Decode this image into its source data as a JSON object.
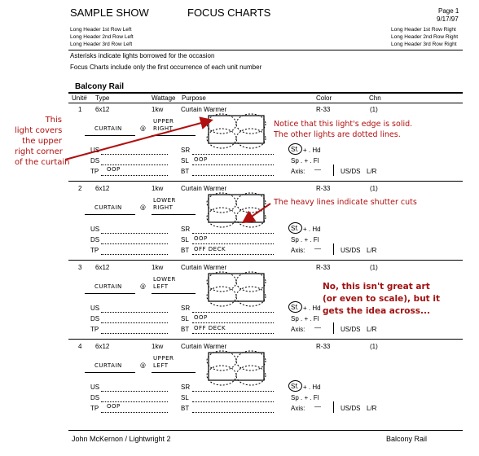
{
  "header": {
    "show_title": "SAMPLE SHOW",
    "report_title": "FOCUS CHARTS",
    "page": "Page  1",
    "date": "9/17/97",
    "left_rows": [
      "Long Header 1st Row Left",
      "Long Header 2nd Row Left",
      "Long Header 3rd Row Left"
    ],
    "right_rows": [
      "Long Header 1st Row Right",
      "Long Header 2nd Row Right",
      "Long Header 3rd Row Right"
    ]
  },
  "notes": [
    "Asterisks indicate lights borrowed for the occasion",
    "Focus Charts include only the first occurrence of each unit number"
  ],
  "section_title": "Balcony Rail",
  "columns": {
    "unit": "Unit#",
    "type": "Type",
    "wattage": "Wattage",
    "purpose": "Purpose",
    "color": "Color",
    "chn": "Chn"
  },
  "units": [
    {
      "num": "1",
      "type": "6x12",
      "wattage": "1kw",
      "purpose": "Curtain Warmer",
      "color": "R-33",
      "chn": "(1)",
      "hw_left": "CURTAIN",
      "hw_at": "@",
      "hw_right": [
        "UPPER",
        "RIGHT"
      ],
      "us": "US",
      "ds": "DS",
      "tp": "TP",
      "tp_note": "OOP",
      "sr": "SR",
      "sl": "SL",
      "bt": "BT",
      "sl_note": "OOP",
      "bt_note": "",
      "sf": "Sf.",
      "hd": "+ . Hd",
      "sp": "Sp . + . Fl",
      "axis": "Axis:",
      "axis_val": "—",
      "usds": "US/DS",
      "lr": "L/R"
    },
    {
      "num": "2",
      "type": "6x12",
      "wattage": "1kw",
      "purpose": "Curtain Warmer",
      "color": "R-33",
      "chn": "(1)",
      "hw_left": "CURTAIN",
      "hw_at": "@",
      "hw_right": [
        "LOWER",
        "RIGHT"
      ],
      "us": "US",
      "ds": "DS",
      "tp": "TP",
      "tp_note": "",
      "sr": "SR",
      "sl": "SL",
      "bt": "BT",
      "sl_note": "OOP",
      "bt_note": "OFF DECK",
      "sf": "Sf.",
      "hd": "+ . Hd",
      "sp": "Sp . + . Fl",
      "axis": "Axis:",
      "axis_val": "—",
      "usds": "US/DS",
      "lr": "L/R"
    },
    {
      "num": "3",
      "type": "6x12",
      "wattage": "1kw",
      "purpose": "Curtain Warmer",
      "color": "R-33",
      "chn": "(1)",
      "hw_left": "CURTAIN",
      "hw_at": "@",
      "hw_right": [
        "LOWER",
        "LEFT"
      ],
      "us": "US",
      "ds": "DS",
      "tp": "TP",
      "tp_note": "",
      "sr": "SR",
      "sl": "SL",
      "bt": "BT",
      "sl_note": "OOP",
      "bt_note": "OFF DECK",
      "sf": "Sf.",
      "hd": "+ . Hd",
      "sp": "Sp . + . Fl",
      "axis": "Axis:",
      "axis_val": "—",
      "usds": "US/DS",
      "lr": "L/R"
    },
    {
      "num": "4",
      "type": "6x12",
      "wattage": "1kw",
      "purpose": "Curtain Warmer",
      "color": "R-33",
      "chn": "(1)",
      "hw_left": "CURTAIN",
      "hw_at": "@",
      "hw_right": [
        "UPPER",
        "LEFT"
      ],
      "us": "US",
      "ds": "DS",
      "tp": "TP",
      "tp_note": "OOP",
      "sr": "SR",
      "sl": "SL",
      "bt": "BT",
      "sl_note": "",
      "bt_note": "",
      "sf": "Sf.",
      "hd": "+ . Hd",
      "sp": "Sp . + . Fl",
      "axis": "Axis:",
      "axis_val": "—",
      "usds": "US/DS",
      "lr": "L/R"
    }
  ],
  "annotations": {
    "left": [
      "This",
      "light covers",
      "the upper",
      "right corner",
      "of the curtain"
    ],
    "solid_edge": [
      "Notice that this light's edge is solid.",
      "The other lights are dotted lines."
    ],
    "shutter": "The heavy lines indicate shutter cuts",
    "art": [
      "No, this isn't great art",
      "(or even to scale), but it",
      "gets the idea across..."
    ]
  },
  "footer": {
    "left": "John McKernon / Lightwright 2",
    "right": "Balcony Rail"
  },
  "colors": {
    "annotation": "#b01010",
    "ink": "#000000"
  }
}
